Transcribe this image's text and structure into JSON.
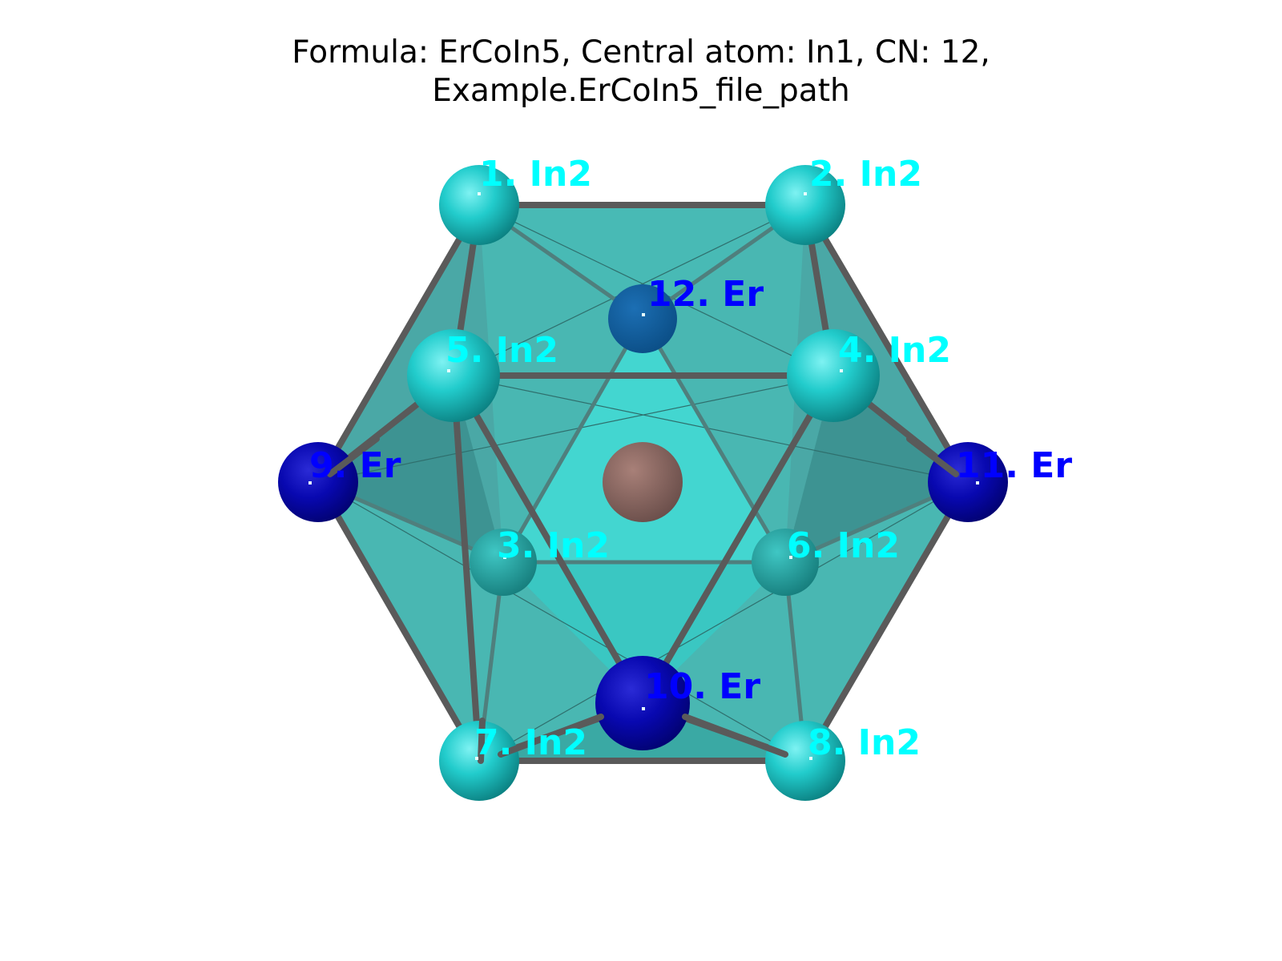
{
  "title": {
    "line1": "Formula: ErCoIn5, Central atom: In1, CN: 12,",
    "line2": "Example.ErCoIn5_file_path"
  },
  "colors": {
    "in2": "#1fcccc",
    "er": "#0a0ab4",
    "central": "#8a6a64",
    "polyhedron": "#2aaaa6",
    "bond": "#555555",
    "label_in2": "#00ffff",
    "label_er": "#0000ff"
  },
  "atoms": [
    {
      "id": 1,
      "label": "1. In2",
      "element": "In2"
    },
    {
      "id": 2,
      "label": "2. In2",
      "element": "In2"
    },
    {
      "id": 3,
      "label": "3. In2",
      "element": "In2"
    },
    {
      "id": 4,
      "label": "4. In2",
      "element": "In2"
    },
    {
      "id": 5,
      "label": "5. In2",
      "element": "In2"
    },
    {
      "id": 6,
      "label": "6. In2",
      "element": "In2"
    },
    {
      "id": 7,
      "label": "7. In2",
      "element": "In2"
    },
    {
      "id": 8,
      "label": "8. In2",
      "element": "In2"
    },
    {
      "id": 9,
      "label": "9. Er",
      "element": "Er"
    },
    {
      "id": 10,
      "label": "10. Er",
      "element": "Er"
    },
    {
      "id": 11,
      "label": "11. Er",
      "element": "Er"
    },
    {
      "id": 12,
      "label": "12. Er",
      "element": "Er"
    }
  ]
}
